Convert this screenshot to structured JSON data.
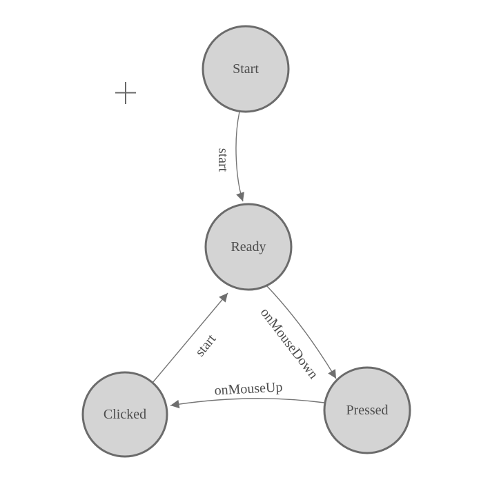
{
  "diagram": {
    "type": "finite-state-machine",
    "nodes": [
      {
        "id": "start",
        "label": "Start"
      },
      {
        "id": "ready",
        "label": "Ready"
      },
      {
        "id": "clicked",
        "label": "Clicked"
      },
      {
        "id": "pressed",
        "label": "Pressed"
      }
    ],
    "edges": [
      {
        "from": "start",
        "to": "ready",
        "label": "start"
      },
      {
        "from": "ready",
        "to": "pressed",
        "label": "onMouseDown"
      },
      {
        "from": "pressed",
        "to": "clicked",
        "label": "onMouseUp"
      },
      {
        "from": "clicked",
        "to": "ready",
        "label": "start"
      }
    ],
    "icons": [
      {
        "name": "plus-icon"
      }
    ],
    "colors": {
      "background": "#ffffff",
      "node_fill": "#d4d4d4",
      "node_stroke": "#6b6b6b",
      "edge_stroke": "#757575",
      "arrow_fill": "#6e6e6e",
      "label_text": "#4d4d4d",
      "plus_icon": "#686868"
    }
  }
}
